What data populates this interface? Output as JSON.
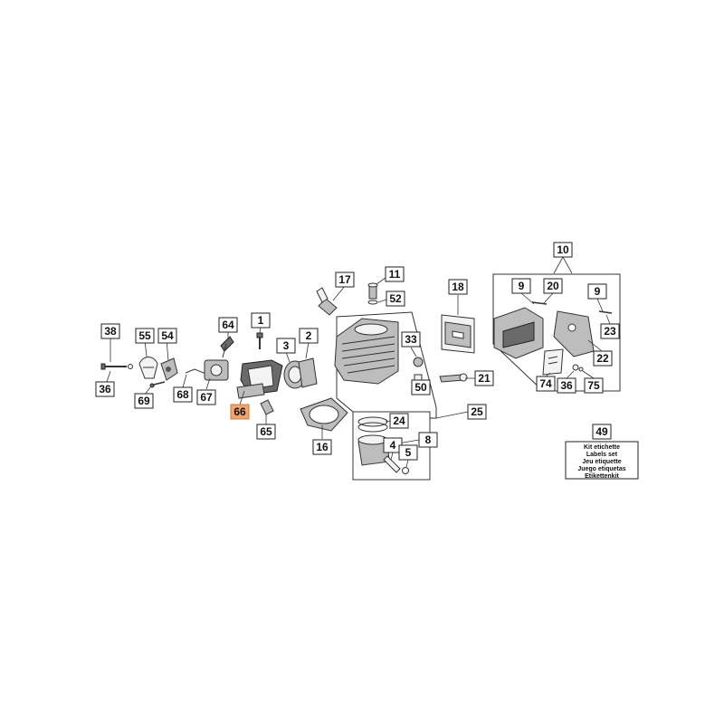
{
  "colors": {
    "highlight": "#f2a56b",
    "line": "#333333",
    "background": "#ffffff"
  },
  "labels": {
    "l1": "1",
    "l2": "2",
    "l3": "3",
    "l4": "4",
    "l5": "5",
    "l8": "8",
    "l9a": "9",
    "l9b": "9",
    "l10": "10",
    "l11": "11",
    "l16": "16",
    "l17": "17",
    "l18": "18",
    "l20": "20",
    "l21": "21",
    "l22": "22",
    "l23": "23",
    "l24": "24",
    "l25": "25",
    "l33": "33",
    "l36a": "36",
    "l36b": "36",
    "l38": "38",
    "l49": "49",
    "l50": "50",
    "l52": "52",
    "l54": "54",
    "l55": "55",
    "l64": "64",
    "l65": "65",
    "l66": "66",
    "l67": "67",
    "l68": "68",
    "l69": "69",
    "l74": "74",
    "l75": "75"
  },
  "kit": {
    "lines": [
      "Kit etichette",
      "Labels set",
      "Jeu etiquette",
      "Juego etiquetas",
      "Etikettenkit"
    ]
  },
  "highlighted_label": "66"
}
